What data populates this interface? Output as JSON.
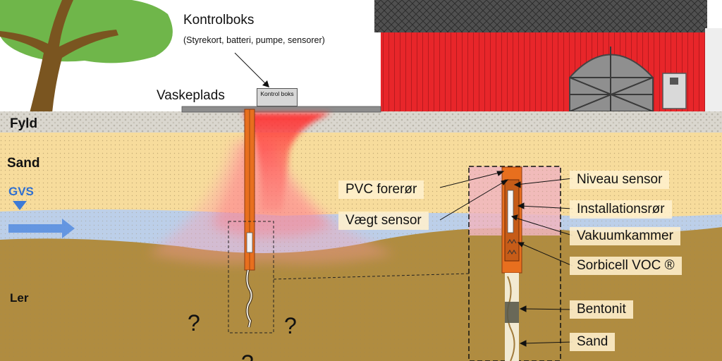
{
  "title": "Kontrolboks",
  "subtitle": "(Styrekort, batteri, pumpe, sensorer)",
  "control_box_label": "Kontrol boks",
  "wash_area_label": "Vaskeplads",
  "layers": {
    "fill": "Fyld",
    "sand": "Sand",
    "clay": "Ler"
  },
  "groundwater": {
    "label": "GVS"
  },
  "question_mark": "?",
  "detail_labels": {
    "pvc_casing": "PVC forerør",
    "weight_sensor": "Vægt sensor",
    "level_sensor": "Niveau sensor",
    "installation_pipe": "Installationsrør",
    "vacuum_chamber": "Vakuumkammer",
    "sorbicell": "Sorbicell VOC ®",
    "bentonite": "Bentonit",
    "sand": "Sand"
  },
  "colors": {
    "barn_red": "#e8262a",
    "roof": "#4a4a4a",
    "sand_layer": "#f7dc9c",
    "clay_layer": "#b08c40",
    "groundwater": "#b5cdf2",
    "plume": "#ff3b3b",
    "casing": "#e86f1e",
    "tree_canopy": "#6fb64a",
    "tree_trunk": "#7a5520"
  }
}
